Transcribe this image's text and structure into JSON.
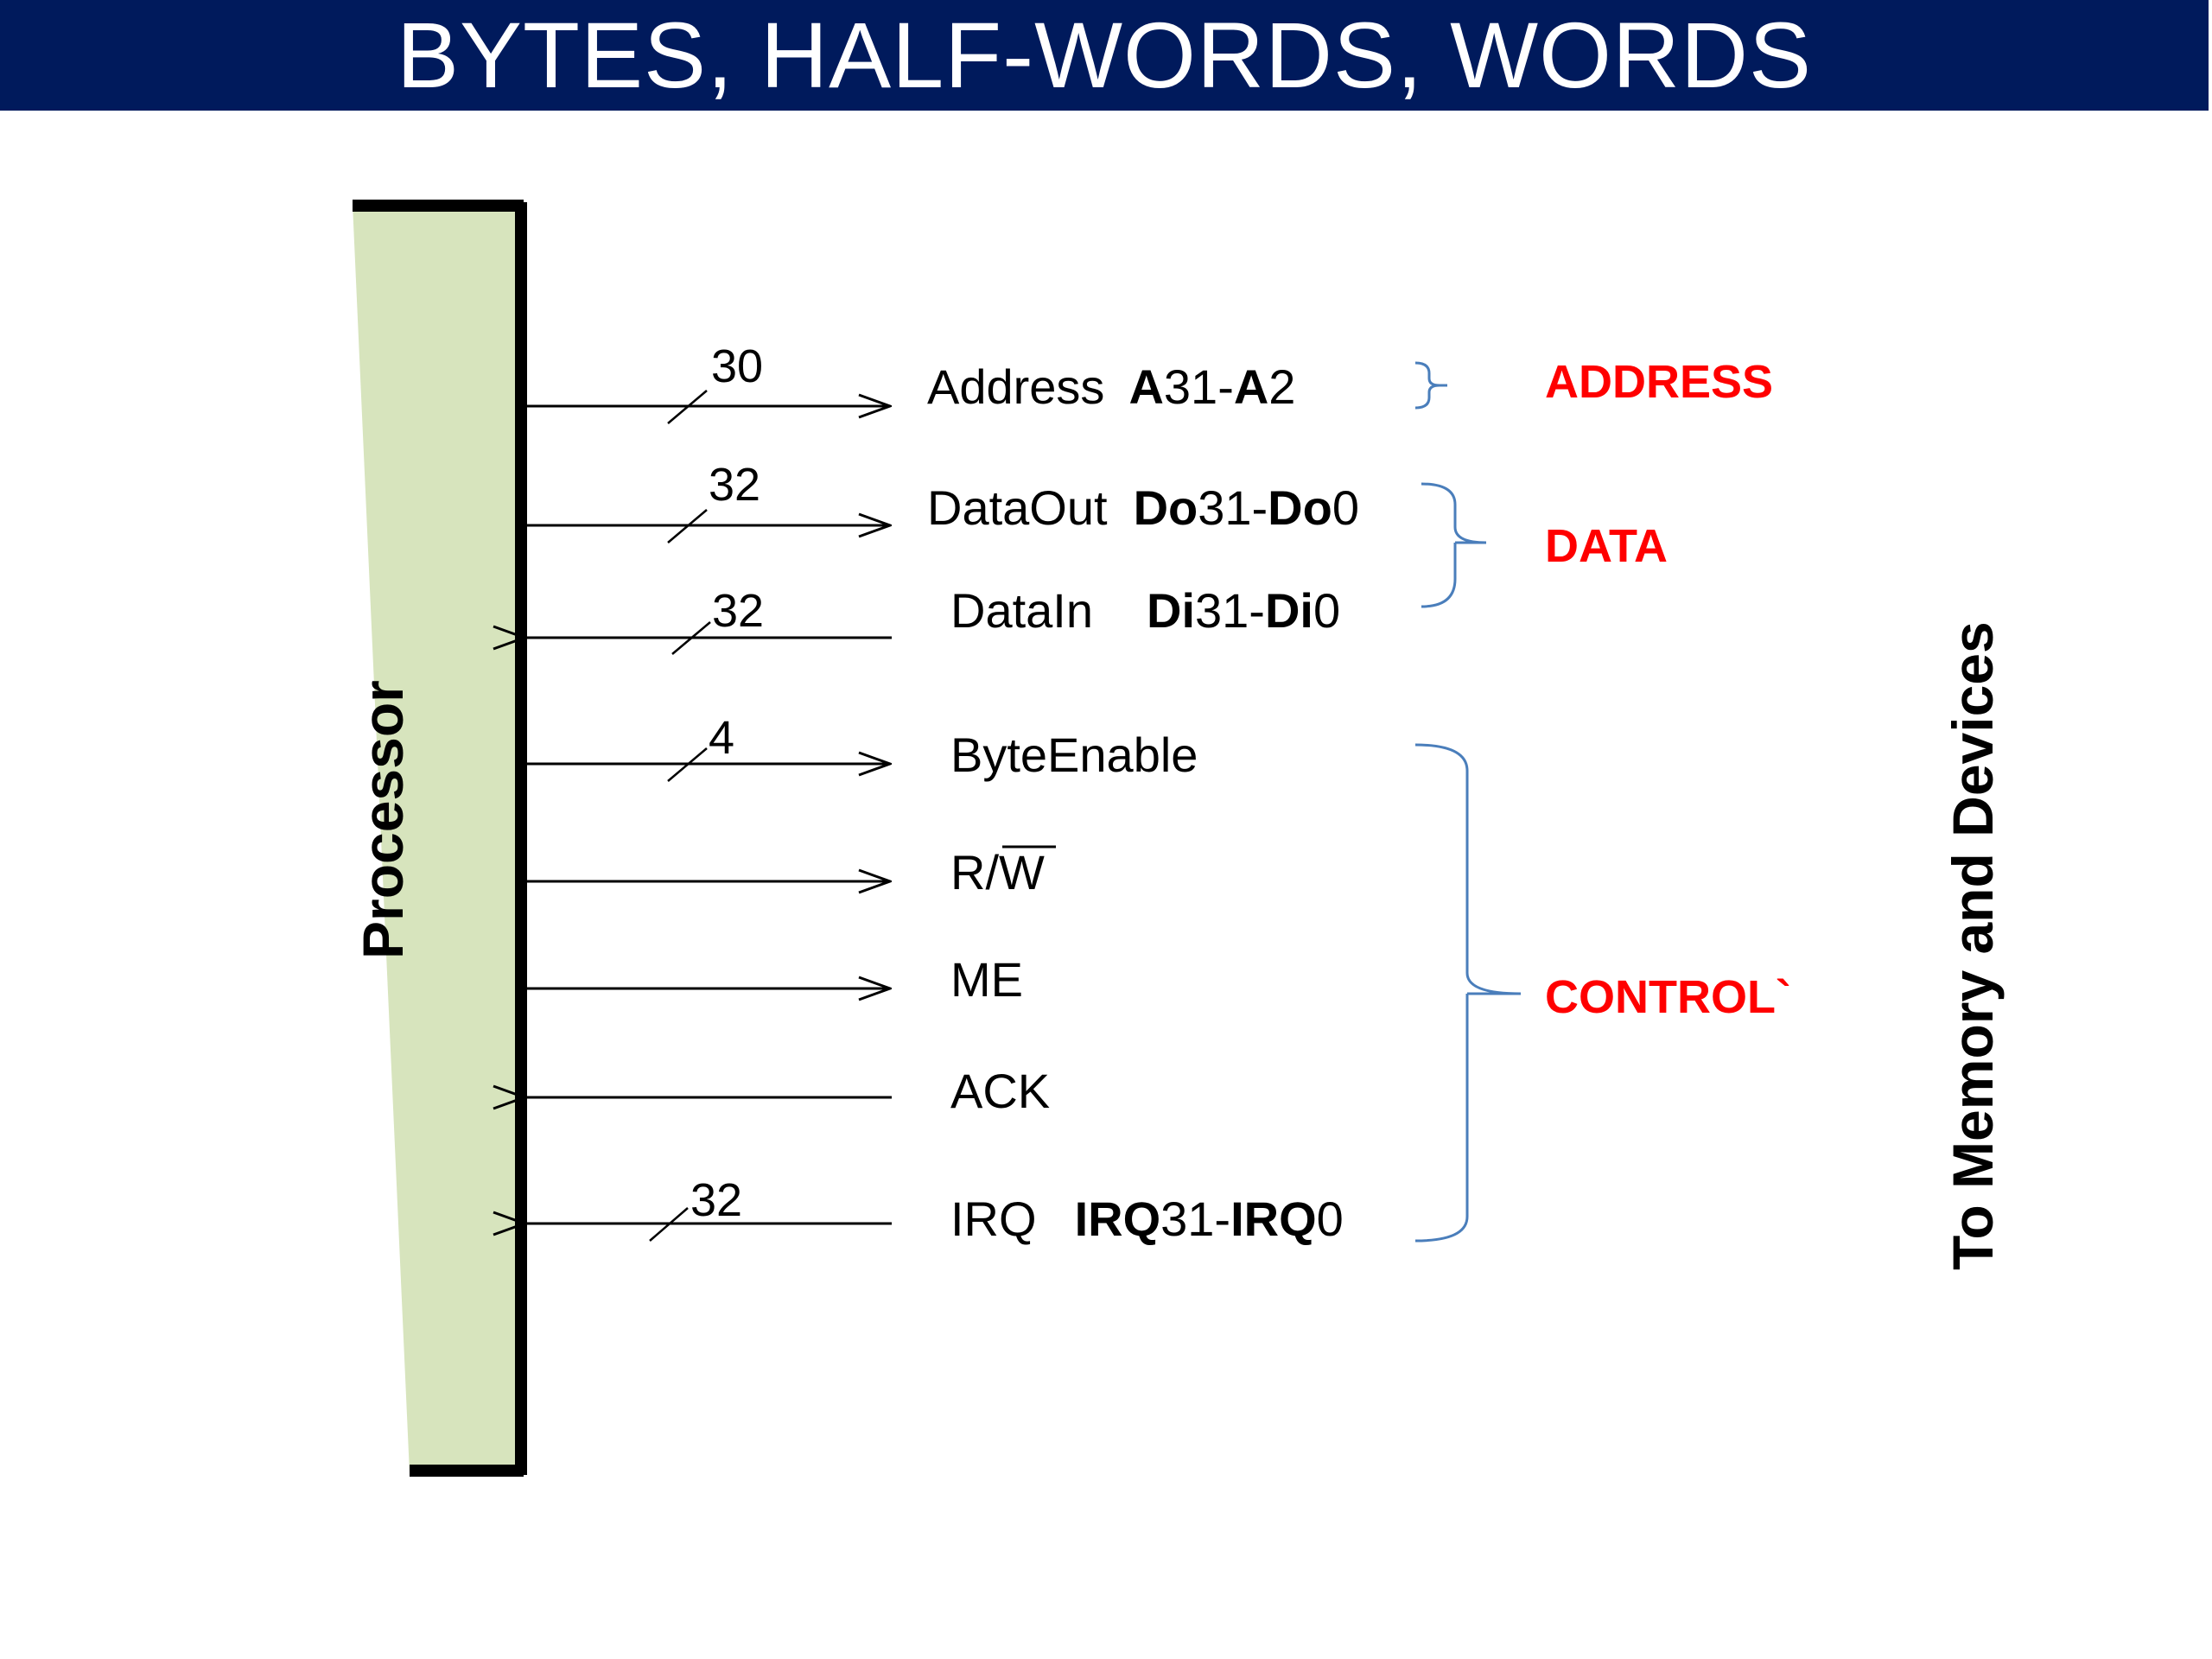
{
  "title": "BYTES, HALF-WORDS, WORDS",
  "processor_label": "Processor",
  "side_label": "To Memory and Devices",
  "colors": {
    "header_bg": "#001a5c",
    "processor_fill": "#d7e4bd",
    "brace": "#4a7ebb",
    "group_label": "#ff0000"
  },
  "signals": [
    {
      "name": "Address",
      "width": "30",
      "range_prefix1": "A",
      "range_num1": "31",
      "range_sep": "-",
      "range_prefix2": "A",
      "range_num2": "2",
      "direction": "out"
    },
    {
      "name": "DataOut",
      "width": "32",
      "range_prefix1": "Do",
      "range_num1": "31",
      "range_sep": "-",
      "range_prefix2": "Do",
      "range_num2": "0",
      "direction": "out"
    },
    {
      "name": "DataIn",
      "width": "32",
      "range_prefix1": "Di",
      "range_num1": "31",
      "range_sep": "-",
      "range_prefix2": "Di",
      "range_num2": "0",
      "direction": "in"
    },
    {
      "name": "ByteEnable",
      "width": "4",
      "direction": "out"
    },
    {
      "name": "R/",
      "name_overline": "W",
      "direction": "out"
    },
    {
      "name": "ME",
      "direction": "out"
    },
    {
      "name": "ACK",
      "direction": "in"
    },
    {
      "name": "IRQ",
      "width": "32",
      "range_prefix1": "IRQ",
      "range_num1": "31",
      "range_sep": "-",
      "range_prefix2": "IRQ",
      "range_num2": "0",
      "direction": "in"
    }
  ],
  "groups": [
    {
      "label": "ADDRESS"
    },
    {
      "label": "DATA"
    },
    {
      "label": "CONTROL`"
    }
  ]
}
